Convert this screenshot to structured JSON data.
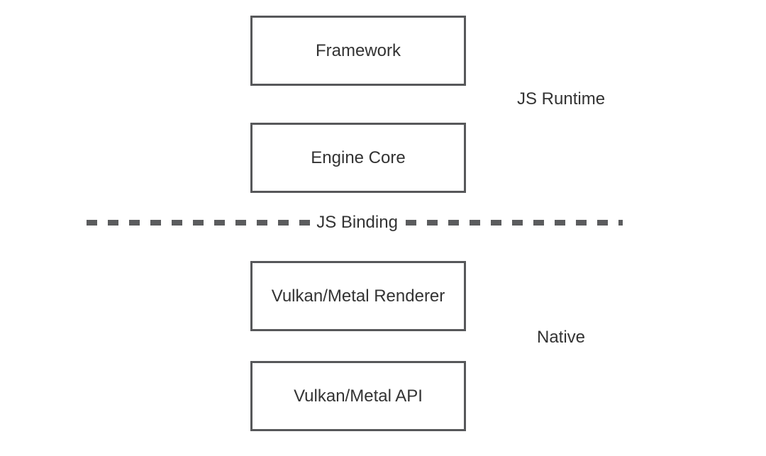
{
  "diagram": {
    "boxes": [
      {
        "label": "Framework"
      },
      {
        "label": "Engine Core"
      },
      {
        "label": "Vulkan/Metal Renderer"
      },
      {
        "label": "Vulkan/Metal API"
      }
    ],
    "divider_label": "JS Binding",
    "region_labels": {
      "top": "JS Runtime",
      "bottom": "Native"
    },
    "colors": {
      "box_border": "#57585a",
      "dash": "#5b5c5e",
      "text": "#333333",
      "background": "#ffffff"
    }
  }
}
